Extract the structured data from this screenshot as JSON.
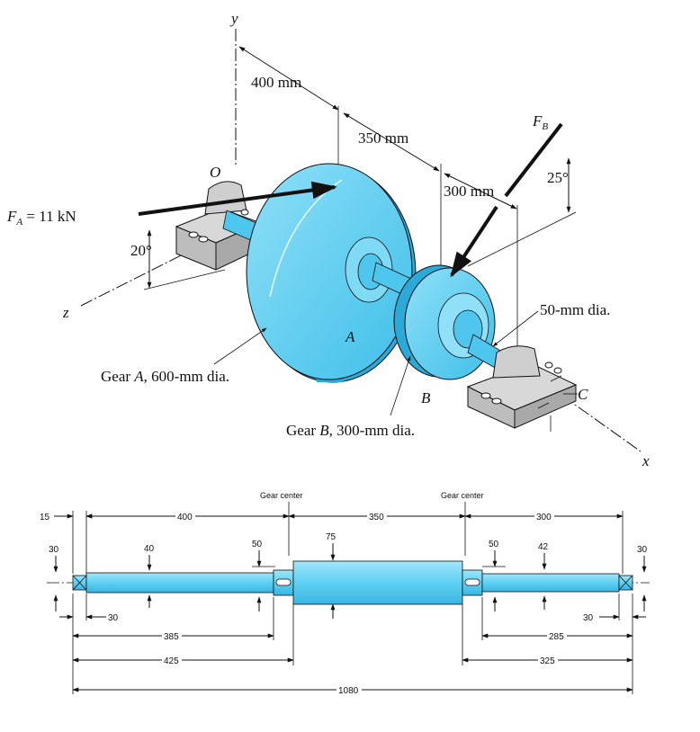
{
  "top_view": {
    "axis_y": "y",
    "axis_z": "z",
    "axis_x": "x",
    "origin_label": "O",
    "dim_400": "400 mm",
    "dim_350": "350 mm",
    "dim_300": "300 mm",
    "force_a_sym": "F",
    "force_a_sub": "A",
    "force_a_value": " = 11 kN",
    "angle_a": "20°",
    "force_b_sym": "F",
    "force_b_sub": "B",
    "angle_b": "25°",
    "shaft_dia": "50-mm dia.",
    "gear_a_pre": "Gear ",
    "gear_a_sym": "A",
    "gear_a_post": ", 600-mm dia.",
    "gear_b_pre": "Gear ",
    "gear_b_sym": "B",
    "gear_b_post": ", 300-mm dia.",
    "point_a": "A",
    "point_b": "B",
    "point_c": "C"
  },
  "bottom_view": {
    "gear_center_left": "Gear center",
    "gear_center_right": "Gear center",
    "len_15": "15",
    "len_400": "400",
    "len_350": "350",
    "len_300": "300",
    "dia_30_left": "30",
    "dia_40": "40",
    "dia_50_left": "50",
    "dia_75": "75",
    "dia_50_right": "50",
    "dia_42": "42",
    "dia_30_right": "30",
    "len_30_left": "30",
    "len_30_right": "30",
    "len_385": "385",
    "len_425": "425",
    "len_285": "285",
    "len_325": "325",
    "len_1080": "1080"
  },
  "colors": {
    "part_fill": "#5fd0f2",
    "part_light": "#a8e8fa",
    "part_dark": "#2aa7d6",
    "bearing_fill": "#c9c9c9"
  }
}
